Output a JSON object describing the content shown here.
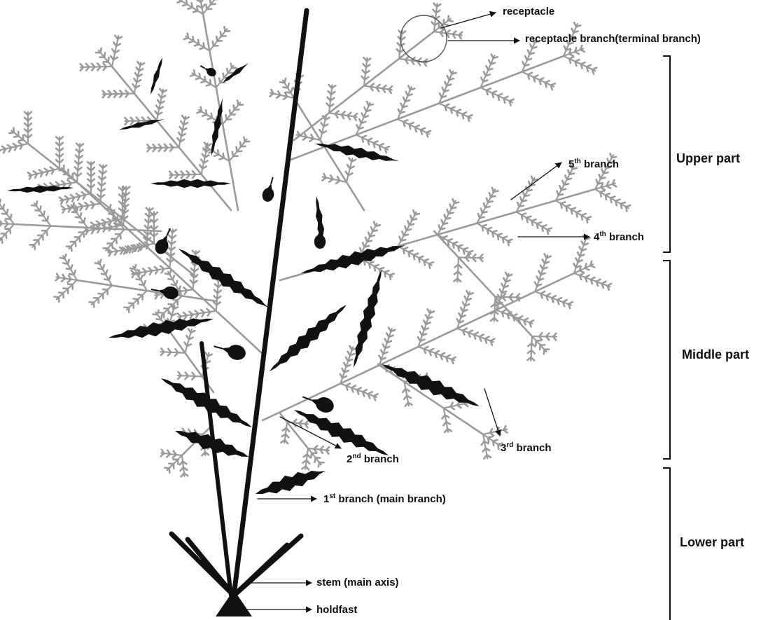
{
  "labels": {
    "receptacle": "receptacle",
    "receptacle_branch": "receptacle branch(terminal branch)",
    "fifth_ord": "5",
    "fifth_sup": "th",
    "fifth_text": " branch",
    "fourth_ord": "4",
    "fourth_sup": "th",
    "fourth_text": " branch",
    "third_ord": "3",
    "third_sup": "rd",
    "third_text": " branch",
    "second_ord": "2",
    "second_sup": "nd",
    "second_text": " branch",
    "first_ord": "1",
    "first_sup": "st",
    "first_text": " branch (main branch)",
    "stem": "stem (main axis)",
    "holdfast": "holdfast"
  },
  "parts": {
    "upper": "Upper part",
    "middle": "Middle part",
    "lower": "Lower part"
  },
  "colors": {
    "branch_gray": "#9a9a9a",
    "black": "#111111"
  }
}
